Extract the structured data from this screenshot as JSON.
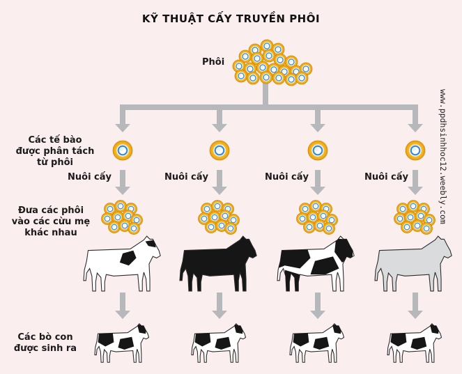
{
  "title": "KỸ THUẬT CẤY TRUYỀN PHÔI",
  "labels": {
    "embryo": "Phôi",
    "cells": [
      "Các tế bào",
      "được phân tách",
      "từ phôi"
    ],
    "culture": "Nuôi cấy",
    "transfer": [
      "Đưa các phôi",
      "vào các cừu mẹ",
      "khác nhau"
    ],
    "calves": [
      "Các bò con",
      "được sinh ra"
    ]
  },
  "columns": [
    {
      "surrogate": "white with black patches"
    },
    {
      "surrogate": "black"
    },
    {
      "surrogate": "black and white"
    },
    {
      "surrogate": "light grey"
    }
  ],
  "watermark": "www.ppdhsinhhoc12.weebly.com",
  "colors": {
    "background": "#fbeeef",
    "arrow": "#b6b8bb",
    "cell_ring": "#f2b01e",
    "cell_nucleus": "#3a8fd6",
    "cow_black": "#161616",
    "cow_grey": "#d9dbdc"
  }
}
